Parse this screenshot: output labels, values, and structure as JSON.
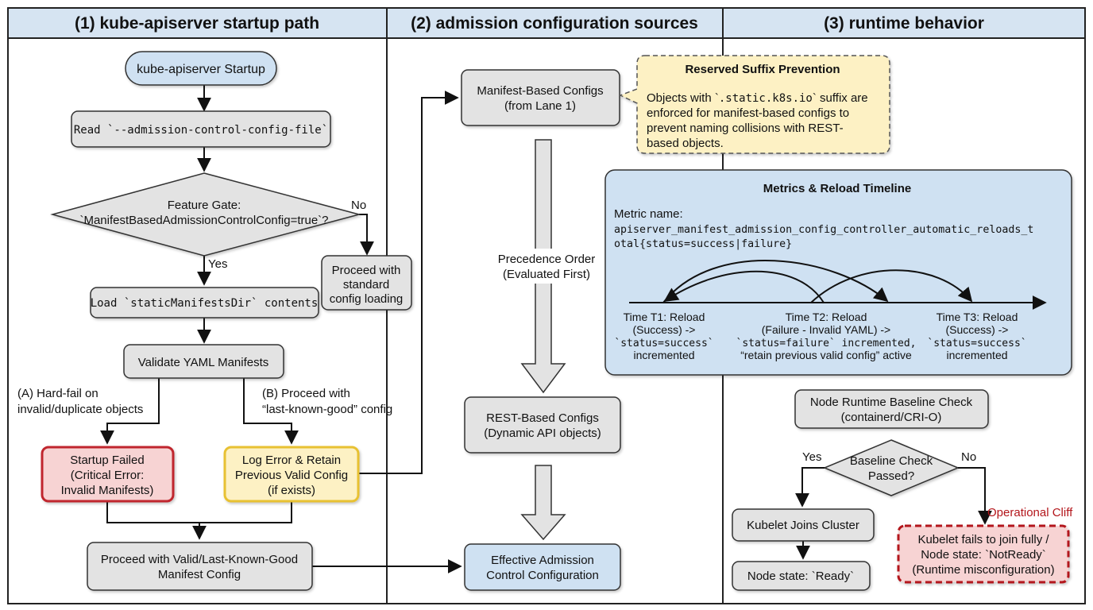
{
  "lanes": {
    "lane1_title": "(1) kube-apiserver startup path",
    "lane2_title": "(2) admission configuration sources",
    "lane3_title": "(3) runtime behavior"
  },
  "lane1": {
    "startup": "kube-apiserver Startup",
    "read_config": "Read `--admission-control-config-file`",
    "feature_gate_l1": "Feature Gate:",
    "feature_gate_l2": "`ManifestBasedAdmissionControlConfig=true`?",
    "no_label": "No",
    "yes_label": "Yes",
    "standard_l1": "Proceed with",
    "standard_l2": "standard",
    "standard_l3": "config loading",
    "load_dir": "Load `staticManifestsDir` contents",
    "validate": "Validate YAML Manifests",
    "hardfail_l1": "(A) Hard-fail on",
    "hardfail_l2": "invalid/duplicate objects",
    "proceed_b_l1": "(B) Proceed with",
    "proceed_b_l2": "“last-known-good” config",
    "failed_l1": "Startup Failed",
    "failed_l2": "(Critical Error:",
    "failed_l3": "Invalid Manifests)",
    "logerr_l1": "Log Error & Retain",
    "logerr_l2": "Previous Valid Config",
    "logerr_l3": "(if exists)",
    "proceed_valid_l1": "Proceed with Valid/Last-Known-Good",
    "proceed_valid_l2": "Manifest Config"
  },
  "lane2": {
    "manifest_l1": "Manifest-Based Configs",
    "manifest_l2": "(from Lane 1)",
    "precedence_l1": "Precedence Order",
    "precedence_l2": "(Evaluated First)",
    "rest_l1": "REST-Based Configs",
    "rest_l2": "(Dynamic API objects)",
    "effective_l1": "Effective Admission",
    "effective_l2": "Control Configuration"
  },
  "lane3": {
    "reserved_title": "Reserved Suffix Prevention",
    "reserved_l1_pre": "Objects with `",
    "reserved_l1_code": ".static.k8s.io",
    "reserved_l1_post": "` suffix are",
    "reserved_l2": "enforced for manifest-based configs to",
    "reserved_l3": "prevent naming collisions with REST-",
    "reserved_l4": "based objects.",
    "metrics_title": "Metrics & Reload Timeline",
    "metric_label": "Metric name:",
    "metric_name_l1": "apiserver_manifest_admission_config_controller_automatic_reloads_t",
    "metric_name_l2": "otal{status=success|failure}",
    "t1_l1": "Time T1: Reload",
    "t1_l2": "(Success) ->",
    "t1_l3": "`status=success`",
    "t1_l4": "incremented",
    "t2_l1": "Time T2: Reload",
    "t2_l2": "(Failure - Invalid YAML) ->",
    "t2_l3": "`status=failure` incremented,",
    "t2_l4": "“retain previous valid config” active",
    "t3_l1": "Time T3: Reload",
    "t3_l2": "(Success) ->",
    "t3_l3": "`status=success`",
    "t3_l4": "incremented",
    "baseline_l1": "Node Runtime Baseline Check",
    "baseline_l2": "(containerd/CRI-O)",
    "check_l1": "Baseline Check",
    "check_l2": "Passed?",
    "yes_label": "Yes",
    "no_label": "No",
    "kubelet_joins": "Kubelet Joins Cluster",
    "node_ready": "Node state: `Ready`",
    "cliff_label": "Operational Cliff",
    "fail_l1": "Kubelet fails to join fully /",
    "fail_l2": "Node state: `NotReady`",
    "fail_l3": "(Runtime misconfiguration)"
  },
  "colors": {
    "header_fill": "#d6e4f2",
    "node_gray": "#e3e3e3",
    "node_blue": "#cfe1f2",
    "note_yellow": "#fdf1c4",
    "fail_fill": "#f7d3d3",
    "fail_border": "#c0282d",
    "warn_fill": "#fdf1c4",
    "warn_border": "#e8c130",
    "cliff_red": "#b3161b"
  }
}
